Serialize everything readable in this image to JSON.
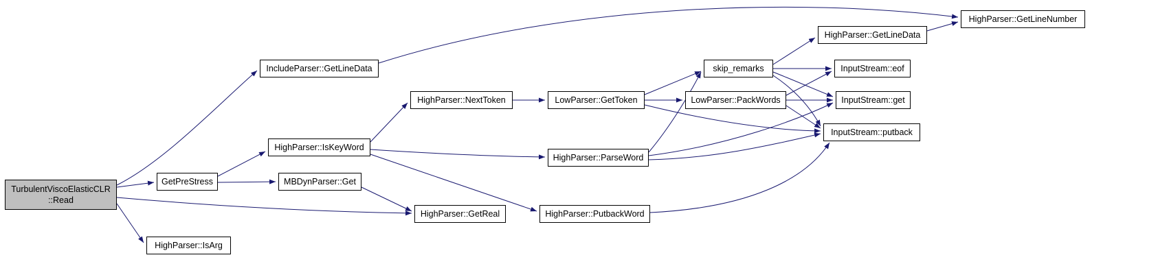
{
  "diagram": {
    "type": "call-graph",
    "edge_color": "#191970",
    "highlight_fill": "#bfbfbf",
    "nodes": [
      {
        "id": "read",
        "label": "TurbulentViscoElasticCLR ::Read",
        "highlighted": true
      },
      {
        "id": "isarg",
        "label": "HighParser::IsArg"
      },
      {
        "id": "getprestress",
        "label": "GetPreStress"
      },
      {
        "id": "inc_getlinedata",
        "label": "IncludeParser::GetLineData"
      },
      {
        "id": "mbdyn_get",
        "label": "MBDynParser::Get"
      },
      {
        "id": "iskeyword",
        "label": "HighParser::IsKeyWord"
      },
      {
        "id": "getreal",
        "label": "HighParser::GetReal"
      },
      {
        "id": "nexttoken",
        "label": "HighParser::NextToken"
      },
      {
        "id": "gettoken",
        "label": "LowParser::GetToken"
      },
      {
        "id": "parseword",
        "label": "HighParser::ParseWord"
      },
      {
        "id": "putbackword",
        "label": "HighParser::PutbackWord"
      },
      {
        "id": "skip_remarks",
        "label": "skip_remarks"
      },
      {
        "id": "packwords",
        "label": "LowParser::PackWords"
      },
      {
        "id": "hp_getlinedata",
        "label": "HighParser::GetLineData"
      },
      {
        "id": "eof",
        "label": "InputStream::eof"
      },
      {
        "id": "get",
        "label": "InputStream::get"
      },
      {
        "id": "putback",
        "label": "InputStream::putback"
      },
      {
        "id": "getlinenumber",
        "label": "HighParser::GetLineNumber"
      }
    ],
    "edges": [
      {
        "from": "read",
        "to": "inc_getlinedata"
      },
      {
        "from": "read",
        "to": "getprestress"
      },
      {
        "from": "read",
        "to": "getreal"
      },
      {
        "from": "read",
        "to": "isarg"
      },
      {
        "from": "getprestress",
        "to": "iskeyword"
      },
      {
        "from": "getprestress",
        "to": "mbdyn_get"
      },
      {
        "from": "mbdyn_get",
        "to": "getreal"
      },
      {
        "from": "iskeyword",
        "to": "nexttoken"
      },
      {
        "from": "iskeyword",
        "to": "parseword"
      },
      {
        "from": "iskeyword",
        "to": "putbackword"
      },
      {
        "from": "nexttoken",
        "to": "gettoken"
      },
      {
        "from": "gettoken",
        "to": "skip_remarks"
      },
      {
        "from": "gettoken",
        "to": "packwords"
      },
      {
        "from": "gettoken",
        "to": "putback"
      },
      {
        "from": "skip_remarks",
        "to": "hp_getlinedata"
      },
      {
        "from": "skip_remarks",
        "to": "eof"
      },
      {
        "from": "skip_remarks",
        "to": "get"
      },
      {
        "from": "skip_remarks",
        "to": "putback"
      },
      {
        "from": "packwords",
        "to": "eof"
      },
      {
        "from": "packwords",
        "to": "get"
      },
      {
        "from": "packwords",
        "to": "putback"
      },
      {
        "from": "parseword",
        "to": "skip_remarks"
      },
      {
        "from": "parseword",
        "to": "get"
      },
      {
        "from": "parseword",
        "to": "putback"
      },
      {
        "from": "putbackword",
        "to": "putback"
      },
      {
        "from": "inc_getlinedata",
        "to": "getlinenumber"
      },
      {
        "from": "hp_getlinedata",
        "to": "getlinenumber"
      }
    ]
  }
}
